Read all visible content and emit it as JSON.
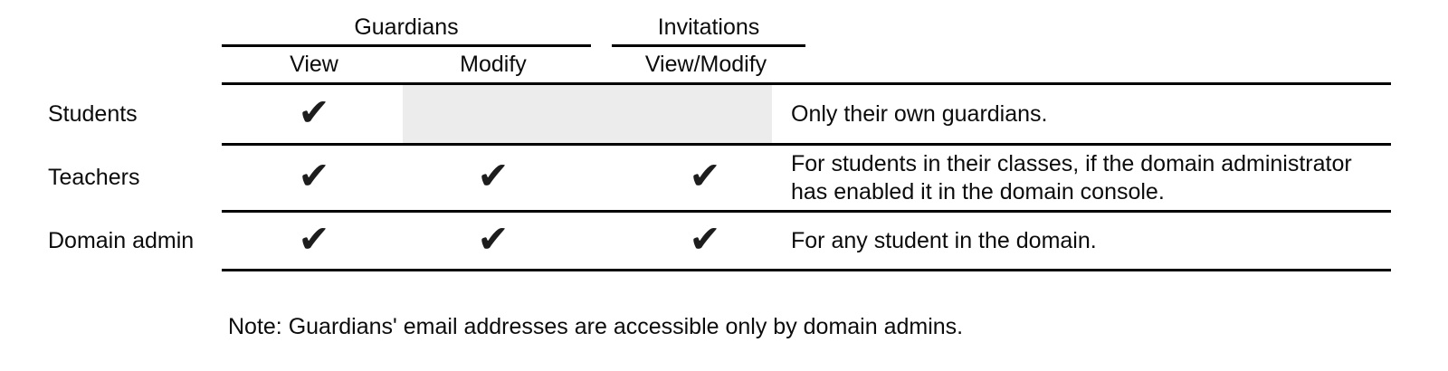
{
  "colors": {
    "text": "#0b0b0b",
    "line": "#000000",
    "shaded-cell": "#ececec",
    "check": "#1d1d1d",
    "background": "#ffffff"
  },
  "table": {
    "group_headers": {
      "guardians": "Guardians",
      "invitations": "Invitations"
    },
    "column_headers": {
      "view": "View",
      "modify": "Modify",
      "view_modify": "View/Modify"
    },
    "check_glyph": "✔",
    "rows": [
      {
        "role": "Students",
        "permissions": {
          "guardians_view": true,
          "guardians_modify": false,
          "invitations_view_modify": false
        },
        "disabled_cells_shaded": true,
        "note": "Only their own guardians."
      },
      {
        "role": "Teachers",
        "permissions": {
          "guardians_view": true,
          "guardians_modify": true,
          "invitations_view_modify": true
        },
        "disabled_cells_shaded": false,
        "note": "For students in their classes, if the domain administrator has enabled it in the domain console."
      },
      {
        "role": "Domain admin",
        "permissions": {
          "guardians_view": true,
          "guardians_modify": true,
          "invitations_view_modify": true
        },
        "disabled_cells_shaded": false,
        "note": "For any student in the domain."
      }
    ]
  },
  "footnote": "Note: Guardians' email addresses are accessible only by domain admins."
}
